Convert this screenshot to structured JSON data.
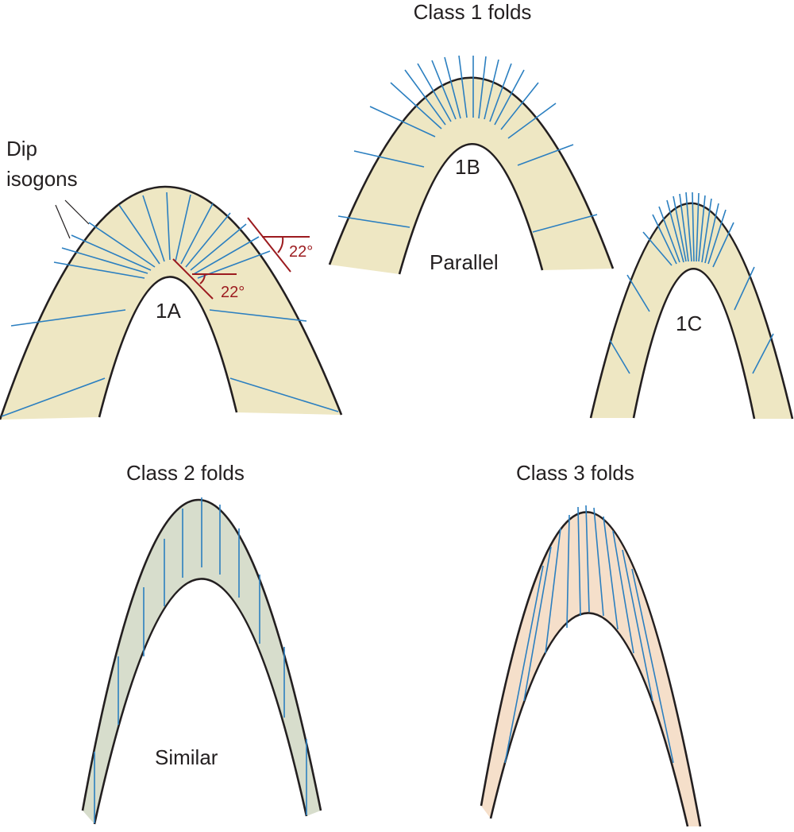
{
  "labels": {
    "class1_title": "Class 1 folds",
    "class2_title": "Class 2 folds",
    "class3_title": "Class 3 folds",
    "dip": "Dip",
    "isogons": "isogons",
    "label_1a": "1A",
    "label_1b": "1B",
    "label_1c": "1C",
    "parallel": "Parallel",
    "similar": "Similar",
    "angle_outer": "22°",
    "angle_inner": "22°"
  },
  "colors": {
    "class1_fill": "#eee7c3",
    "class2_fill": "#d7ddcc",
    "class3_fill": "#f5dfca",
    "isogon": "#2b7fc0",
    "outline": "#231f20",
    "angle": "#9c1b1f"
  }
}
